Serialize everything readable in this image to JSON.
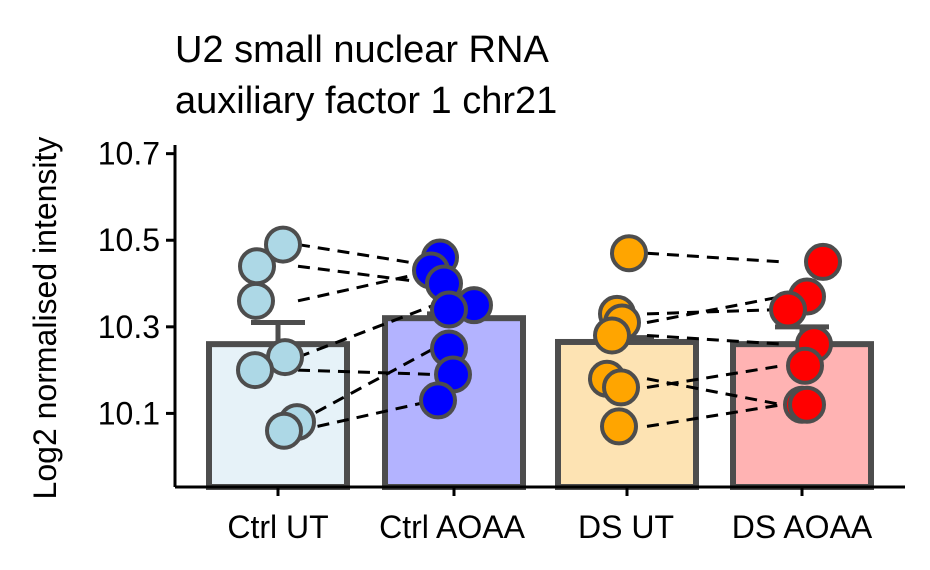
{
  "chart_data": {
    "type": "bar",
    "title": [
      "U2 small nuclear RNA",
      "auxiliary factor 1 chr21"
    ],
    "ylabel": "Log2 normalised intensity",
    "xlabel": "",
    "ylim": [
      9.93,
      10.72
    ],
    "yticks": [
      "10.1",
      "10.3",
      "10.5",
      "10.7"
    ],
    "ytick_values": [
      10.1,
      10.3,
      10.5,
      10.7
    ],
    "categories": [
      "Ctrl UT",
      "Ctrl AOAA",
      "DS UT",
      "DS AOAA"
    ],
    "values": [
      10.26,
      10.32,
      10.265,
      10.26
    ],
    "errors": [
      0.05,
      0.01,
      0.01,
      0.04
    ],
    "grid": false,
    "legend": "none",
    "colors": {
      "bar_fill": [
        "#e6f2f8",
        "#b3b3ff",
        "#fde3b3",
        "#ffb3b3"
      ],
      "point_fill": [
        "#add8e6",
        "#0000ff",
        "#ffa500",
        "#ff0000"
      ],
      "outline": "#4d4d4d",
      "axis": "#000000"
    },
    "points": [
      [
        10.49,
        10.44,
        10.36,
        10.23,
        10.2,
        10.08,
        10.06
      ],
      [
        10.46,
        10.43,
        10.4,
        10.35,
        10.34,
        10.25,
        10.19,
        10.13
      ],
      [
        10.47,
        10.33,
        10.31,
        10.28,
        10.18,
        10.16,
        10.07
      ],
      [
        10.45,
        10.37,
        10.34,
        10.26,
        10.21,
        10.12,
        10.12
      ]
    ],
    "pairs": [
      [
        [
          10.49,
          10.44
        ],
        [
          10.44,
          10.4
        ],
        [
          10.36,
          10.43
        ],
        [
          10.23,
          10.35
        ],
        [
          10.2,
          10.19
        ],
        [
          10.08,
          10.25
        ],
        [
          10.06,
          10.13
        ]
      ],
      [
        [
          10.47,
          10.45
        ],
        [
          10.33,
          10.34
        ],
        [
          10.31,
          10.37
        ],
        [
          10.28,
          10.26
        ],
        [
          10.18,
          10.12
        ],
        [
          10.16,
          10.21
        ],
        [
          10.07,
          10.12
        ]
      ]
    ]
  }
}
